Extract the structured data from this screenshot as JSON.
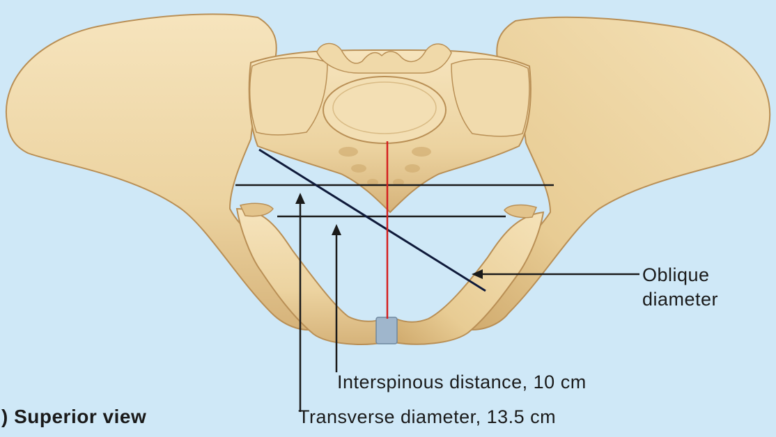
{
  "figure": {
    "view_caption": ") Superior view",
    "labels": {
      "oblique_line1": "Oblique",
      "oblique_line2": "diameter",
      "interspinous": "Interspinous distance, 10 cm",
      "transverse": "Transverse diameter, 13.5 cm"
    },
    "colors": {
      "background": "#cfe8f7",
      "bone": "#ecd3a0",
      "bone_shadow": "#c9a569",
      "conjugate_line": "#d42020",
      "symphysis": "#9fb6cc"
    }
  }
}
